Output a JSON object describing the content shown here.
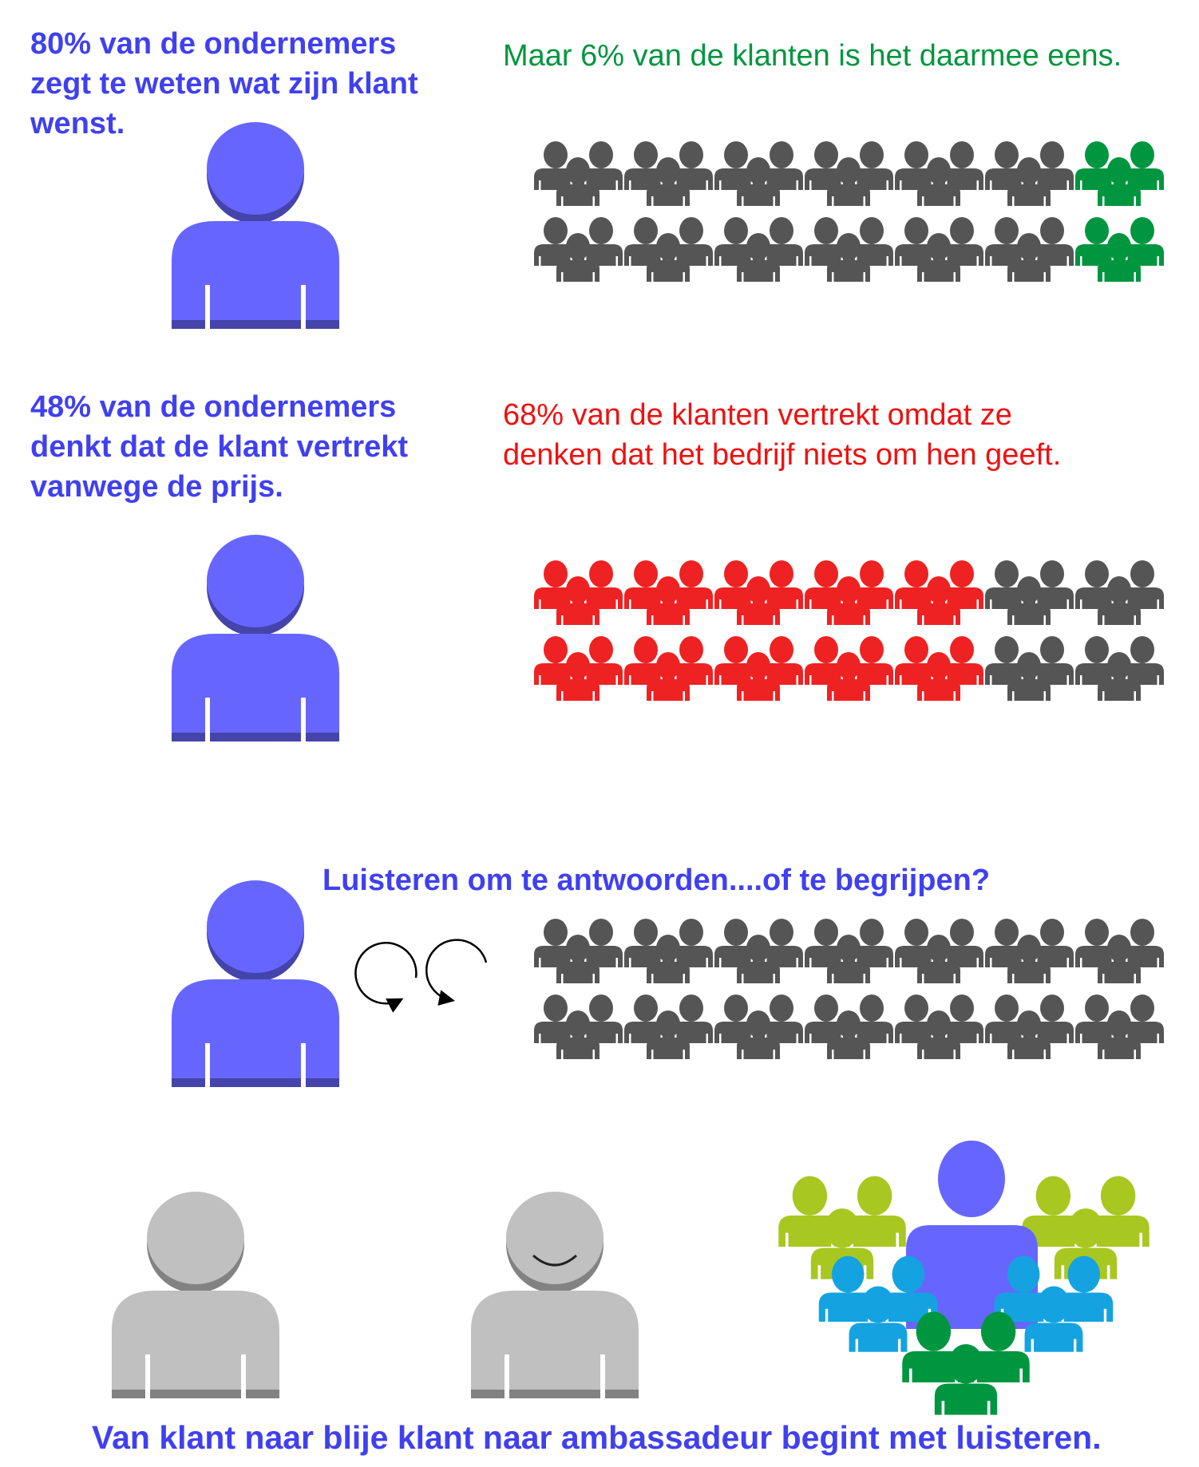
{
  "texts": {
    "s1_owner": "80% van de ondernemers\nzegt te weten wat zijn klant\nwenst.",
    "s1_customers": "Maar 6% van de klanten is het daarmee eens.",
    "s2_owner": "48% van de ondernemers\ndenkt dat de klant vertrekt\nvanwege de prijs.",
    "s2_customers": "68% van de klanten vertrekt omdat ze\ndenken dat het bedrijf niets om hen geeft.",
    "s3_question": "Luisteren om te antwoorden....of te begrijpen?",
    "footer": "Van klant naar blije klant naar ambassadeur begint met luisteren."
  },
  "colors": {
    "owner": "#6666ff",
    "owner_shadow": "#4444aa",
    "crowd_gray": "#555555",
    "highlight_green": "#00963f",
    "highlight_red": "#ee2222",
    "neutral": "#c0c0c0",
    "neutral_shadow": "#828282",
    "lime": "#a8c720",
    "sky": "#14a3e0",
    "dark_green": "#00963f"
  },
  "crowds": {
    "agree": {
      "groups": 7,
      "highlighted": 1,
      "highlight_color": "#00963f",
      "highlight_from": "right"
    },
    "leave": {
      "groups": 7,
      "highlighted": 5,
      "highlight_color": "#ee2222",
      "highlight_from": "left"
    },
    "listen": {
      "groups": 7,
      "highlighted": 0,
      "highlight_color": "#555555",
      "highlight_from": "left"
    }
  },
  "icons": {
    "owner": "person-icon",
    "crowd": "people-group-icon",
    "cycle": "rotate-arrows-icon",
    "happy": "smiling-person-icon",
    "ambassador": "ambassador-crowd-icon"
  }
}
